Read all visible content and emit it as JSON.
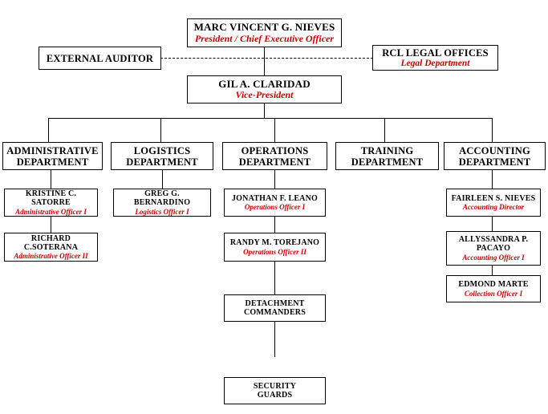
{
  "chart": {
    "type": "organizational-chart",
    "nodes": {
      "ceo": {
        "name": "MARC VINCENT G. NIEVES",
        "title": "President / Chief Executive Officer"
      },
      "external_auditor": {
        "name": "EXTERNAL AUDITOR",
        "title": ""
      },
      "legal": {
        "name": "RCL LEGAL OFFICES",
        "title": "Legal Department"
      },
      "vice_president": {
        "name": "GIL A. CLARIDAD",
        "title": "Vice-President"
      },
      "dept_administrative": {
        "name": "ADMINISTRATIVE\nDEPARTMENT"
      },
      "dept_logistics": {
        "name": "LOGISTICS\nDEPARTMENT"
      },
      "dept_operations": {
        "name": "OPERATIONS\nDEPARTMENT"
      },
      "dept_training": {
        "name": "TRAINING\nDEPARTMENT"
      },
      "dept_accounting": {
        "name": "ACCOUNTING\nDEPARTMENT"
      },
      "admin_officer_1": {
        "name": "KRISTINE C. SATORRE",
        "title": "Administrative Officer I"
      },
      "admin_officer_2": {
        "name": "RICHARD C.SOTERANA",
        "title": "Administrative Officer II"
      },
      "logistics_officer_1": {
        "name": "GREG G. BERNARDINO",
        "title": "Logistics Officer I"
      },
      "operations_officer_1": {
        "name": "JONATHAN F. LEANO",
        "title": "Operations Officer I"
      },
      "operations_officer_2": {
        "name": "RANDY M. TOREJANO",
        "title": "Operations Officer II"
      },
      "accounting_director": {
        "name": "FAIRLEEN S. NIEVES",
        "title": "Accounting Director"
      },
      "accounting_officer_1": {
        "name": "ALLYSSANDRA P.\nPACAYO",
        "title": "Accounting Officer I"
      },
      "collection_officer_1": {
        "name": "EDMOND MARTE",
        "title": "Collection Officer I"
      },
      "detachment_commanders": {
        "name": "DETACHMENT\nCOMMANDERS"
      },
      "security_guards": {
        "name": "SECURITY\nGUARDS"
      }
    },
    "colors": {
      "name_text": "#000000",
      "title_text": "#cc0000",
      "line": "#000000",
      "background": "#ffffff"
    }
  }
}
